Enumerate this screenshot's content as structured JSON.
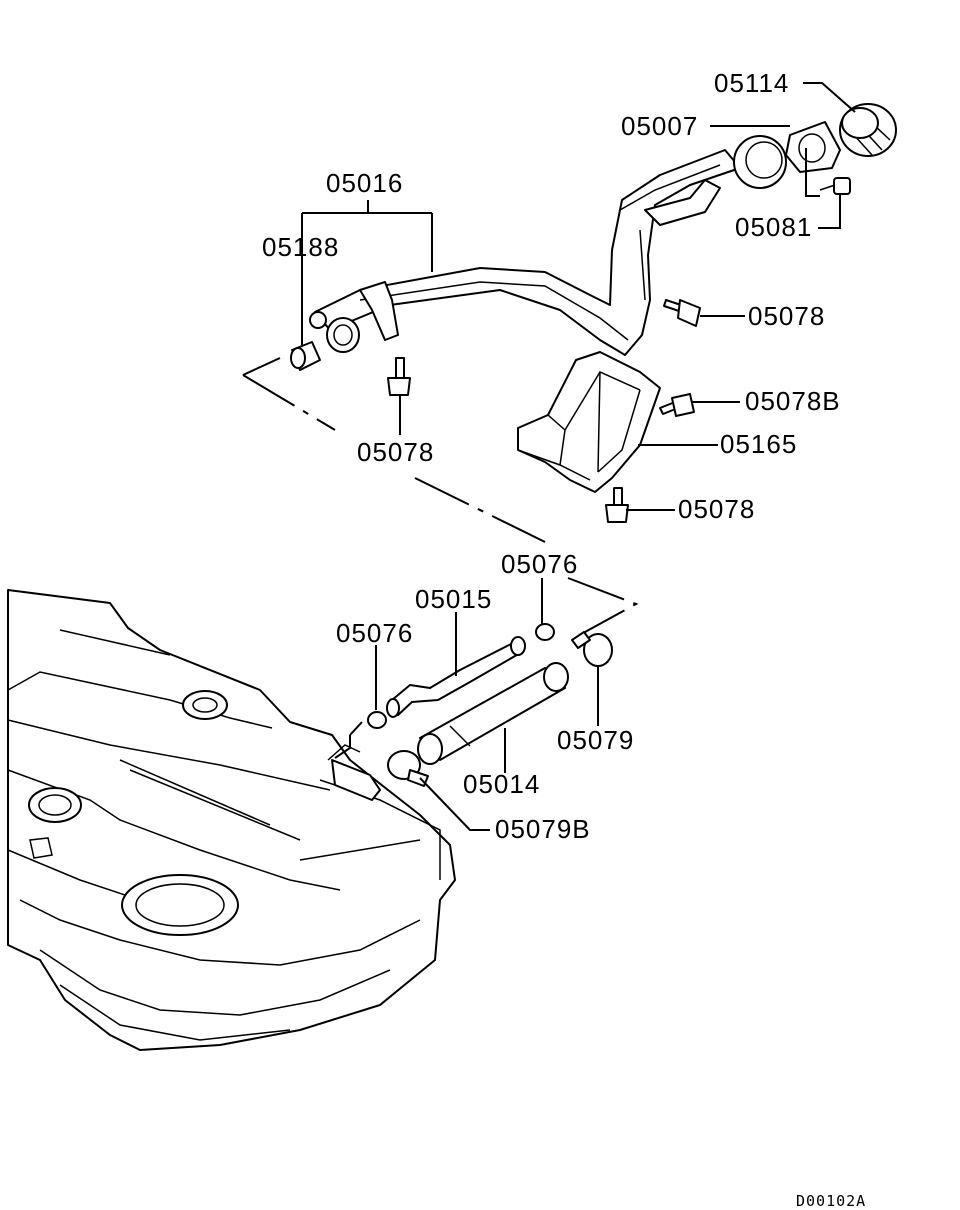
{
  "diagram": {
    "drawing_code": "D00102A",
    "labels": {
      "p05114": "05114",
      "p05007": "05007",
      "p05016": "05016",
      "p05188": "05188",
      "p05081": "05081",
      "p05078_a": "05078",
      "p05078_b": "05078",
      "p05078B": "05078B",
      "p05165": "05165",
      "p05078_c": "05078",
      "p05076_a": "05076",
      "p05015": "05015",
      "p05076_b": "05076",
      "p05079": "05079",
      "p05014": "05014",
      "p05079B": "05079B"
    }
  }
}
